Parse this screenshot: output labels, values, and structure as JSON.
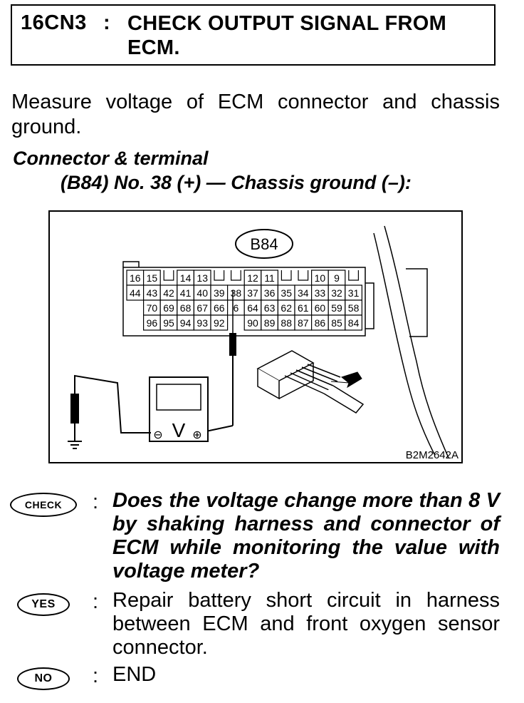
{
  "step": {
    "code": "16CN3",
    "colon": ":",
    "title": "CHECK OUTPUT SIGNAL FROM ECM."
  },
  "instruction": "Measure voltage of ECM connector and chassis ground.",
  "connector": {
    "heading": "Connector & terminal",
    "detail": "(B84) No. 38 (+) — Chassis ground (–):"
  },
  "figure": {
    "connector_label": "B84",
    "figure_code": "B2M2642A",
    "meter_symbol": "V",
    "minus_symbol": "⊖",
    "plus_symbol": "⊕",
    "pin_rows": [
      [
        "16",
        "15",
        "",
        "14",
        "13",
        "",
        "",
        "12",
        "11",
        "",
        "",
        "10",
        "9",
        ""
      ],
      [
        "44",
        "43",
        "42",
        "41",
        "40",
        "39",
        "38",
        "37",
        "36",
        "35",
        "34",
        "33",
        "32",
        "31"
      ],
      [
        "",
        "70",
        "69",
        "68",
        "67",
        "66",
        "6",
        "64",
        "63",
        "62",
        "61",
        "60",
        "59",
        "58"
      ],
      [
        "",
        "96",
        "95",
        "94",
        "93",
        "92",
        "",
        "90",
        "89",
        "88",
        "87",
        "86",
        "85",
        "84"
      ]
    ]
  },
  "qa": [
    {
      "badge": "CHECK",
      "colon": ":",
      "text": "Does the voltage change more than 8 V by shaking harness and connector of ECM while monitoring the value with voltage meter?"
    },
    {
      "badge": "YES",
      "colon": ":",
      "text": "Repair battery short circuit in harness between ECM and front oxygen sensor connector."
    },
    {
      "badge": "NO",
      "colon": ":",
      "text": "END"
    }
  ]
}
